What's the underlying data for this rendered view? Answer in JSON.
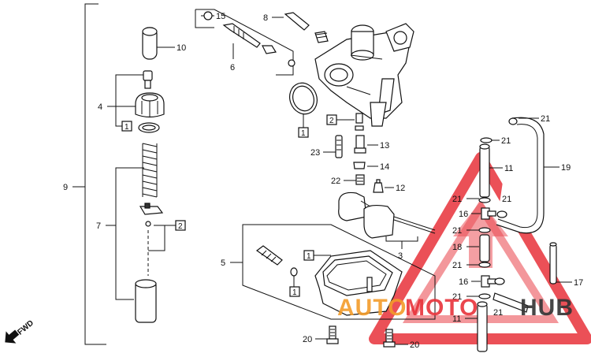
{
  "colors": {
    "line": "#111111",
    "watermark_red": "#e8323a",
    "watermark_orange": "#f39c2a",
    "watermark_dark": "#333333"
  },
  "callouts": {
    "c1": "1",
    "c2": "2",
    "c4": "4",
    "c5": "5",
    "c6": "6",
    "c7": "7",
    "c8": "8",
    "c9": "9",
    "c10": "10",
    "c11a": "11",
    "c11b": "11",
    "c12": "12",
    "c13": "13",
    "c14": "14",
    "c15": "15",
    "c16a": "16",
    "c16b": "16",
    "c17": "17",
    "c18": "18",
    "c19": "19",
    "c20a": "20",
    "c20b": "20",
    "c21a": "21",
    "c21b": "21",
    "c21c": "21",
    "c21d": "21",
    "c21e": "21",
    "c21f": "21",
    "c21g": "21",
    "c21h": "21",
    "c22": "22",
    "c23": "23",
    "c3": "3"
  },
  "boxes": {
    "b1a": "1",
    "b1b": "1",
    "b1c": "1",
    "b1d": "1",
    "b2a": "2",
    "b2b": "2"
  },
  "fwd_label": "FWD",
  "watermark": {
    "part1": "AUTO",
    "part2": "MOTO",
    "part3": "HUB"
  }
}
